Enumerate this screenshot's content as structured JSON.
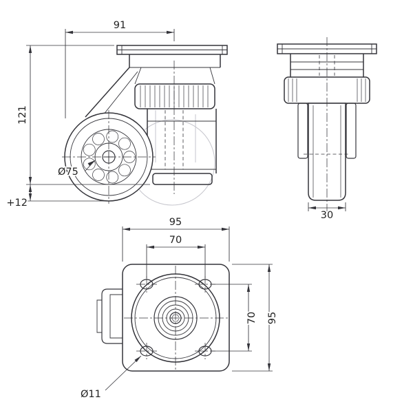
{
  "style": {
    "background": "#ffffff",
    "line_color": "#34343a",
    "phantom_line_color": "#c6c6cd",
    "text_color": "#222222"
  },
  "drawing": {
    "side_view": {
      "width": "91",
      "height": "121",
      "wheel_diameter": "Ø75",
      "height_adjustment": "+12"
    },
    "front_view": {
      "wheel_width": "30"
    },
    "plan_view": {
      "plate_width": "95",
      "hole_spacing_horizontal": "70",
      "hole_spacing_vertical": "70",
      "plate_depth": "95",
      "mounting_hole_diameter": "Ø11"
    }
  }
}
